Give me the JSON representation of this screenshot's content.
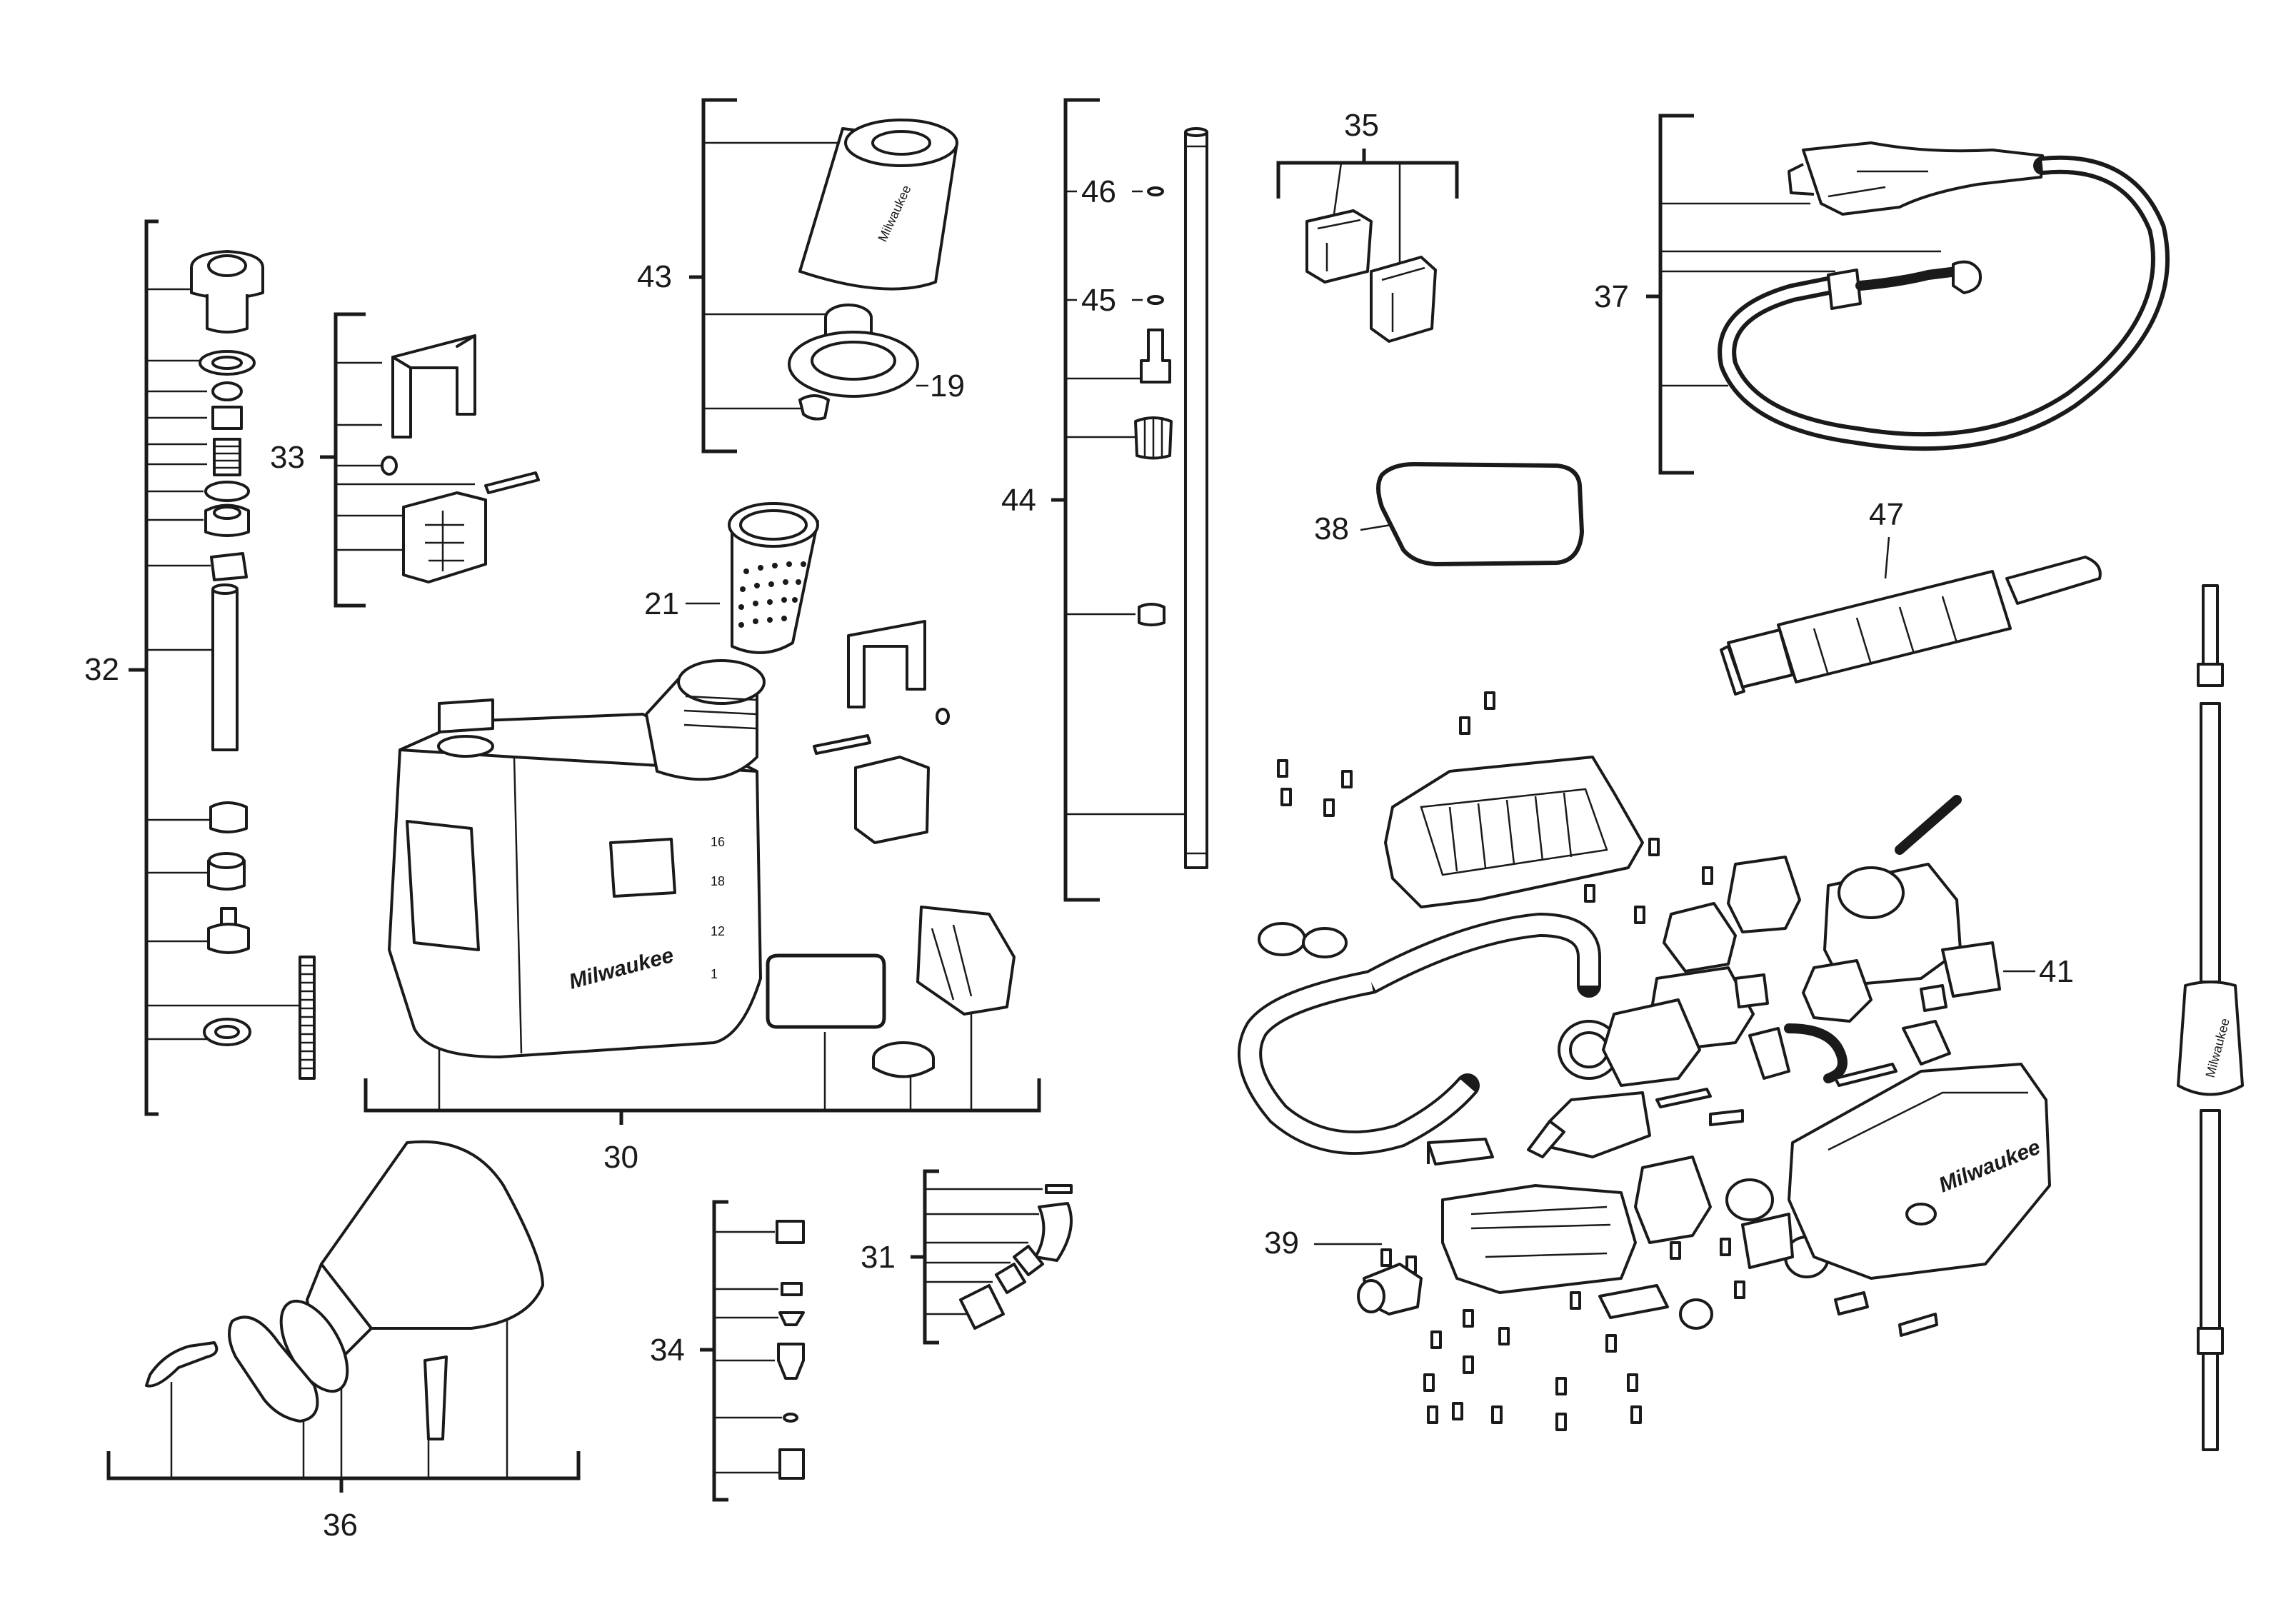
{
  "brand": "Milwaukee",
  "tank_markings": [
    "16",
    "18",
    "12",
    "1"
  ],
  "callouts": [
    {
      "id": "c19",
      "text": "19"
    },
    {
      "id": "c21",
      "text": "21"
    },
    {
      "id": "c30",
      "text": "30"
    },
    {
      "id": "c31",
      "text": "31"
    },
    {
      "id": "c32",
      "text": "32"
    },
    {
      "id": "c33",
      "text": "33"
    },
    {
      "id": "c34",
      "text": "34"
    },
    {
      "id": "c35",
      "text": "35"
    },
    {
      "id": "c36",
      "text": "36"
    },
    {
      "id": "c37",
      "text": "37"
    },
    {
      "id": "c38",
      "text": "38"
    },
    {
      "id": "c39",
      "text": "39"
    },
    {
      "id": "c41",
      "text": "41"
    },
    {
      "id": "c43",
      "text": "43"
    },
    {
      "id": "c44",
      "text": "44"
    },
    {
      "id": "c45",
      "text": "45"
    },
    {
      "id": "c46",
      "text": "46"
    },
    {
      "id": "c47",
      "text": "47"
    }
  ]
}
